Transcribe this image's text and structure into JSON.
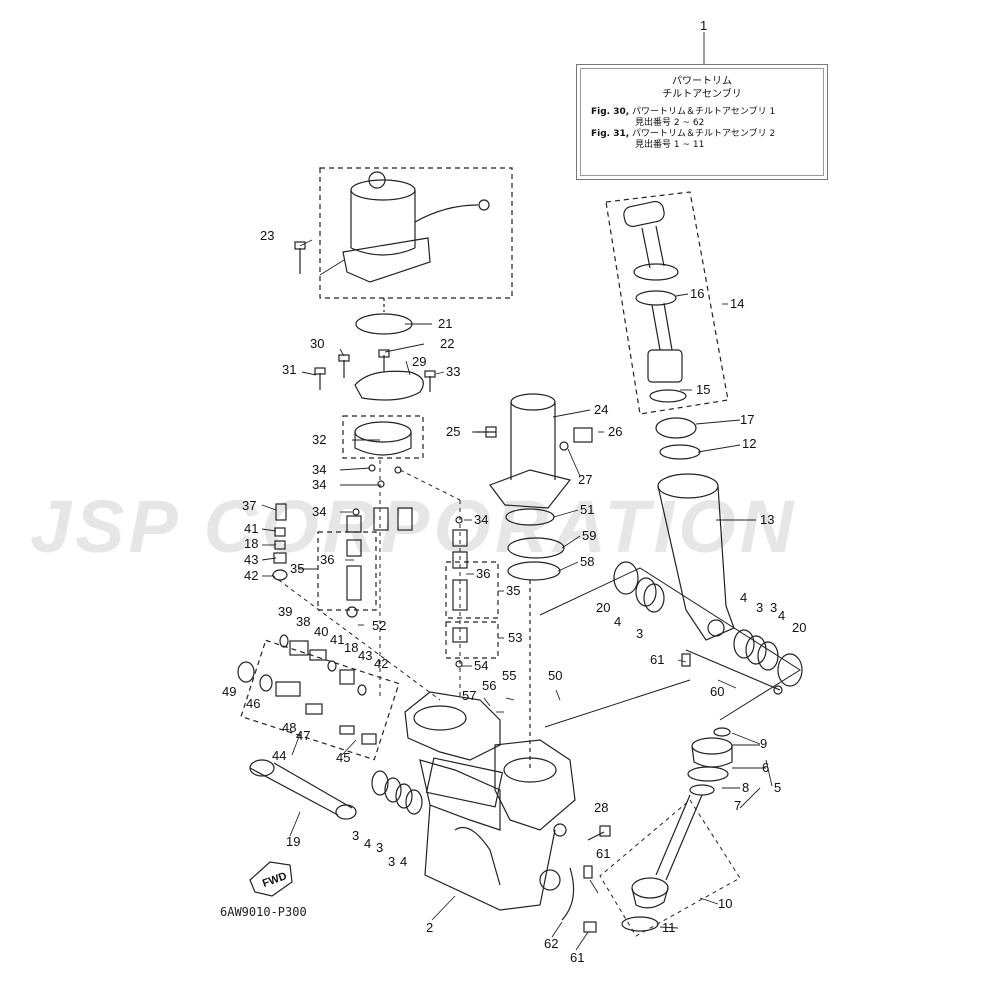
{
  "watermark": "JSP CORPORATION",
  "legend": {
    "title1": "パワートリム",
    "title2": "チルトアセンブリ",
    "ref1_fig": "Fig. 30,",
    "ref1_text": "パワートリム＆チルトアセンブリ 1",
    "ref1_sub": "見出番号 2 ~ 62",
    "ref2_fig": "Fig. 31,",
    "ref2_text": "パワートリム＆チルトアセンブリ 2",
    "ref2_sub": "見出番号 1 ~ 11"
  },
  "figure_code": "6AW9010-P300",
  "fwd_label": "FWD",
  "callouts": [
    "1",
    "2",
    "3",
    "4",
    "5",
    "6",
    "7",
    "8",
    "9",
    "10",
    "11",
    "12",
    "13",
    "14",
    "15",
    "16",
    "17",
    "18",
    "19",
    "20",
    "21",
    "22",
    "23",
    "24",
    "25",
    "26",
    "27",
    "28",
    "29",
    "30",
    "31",
    "32",
    "33",
    "34",
    "35",
    "36",
    "37",
    "38",
    "39",
    "40",
    "41",
    "42",
    "43",
    "44",
    "45",
    "46",
    "47",
    "48",
    "49",
    "50",
    "51",
    "52",
    "53",
    "54",
    "55",
    "56",
    "57",
    "58",
    "59",
    "60",
    "61",
    "62"
  ]
}
